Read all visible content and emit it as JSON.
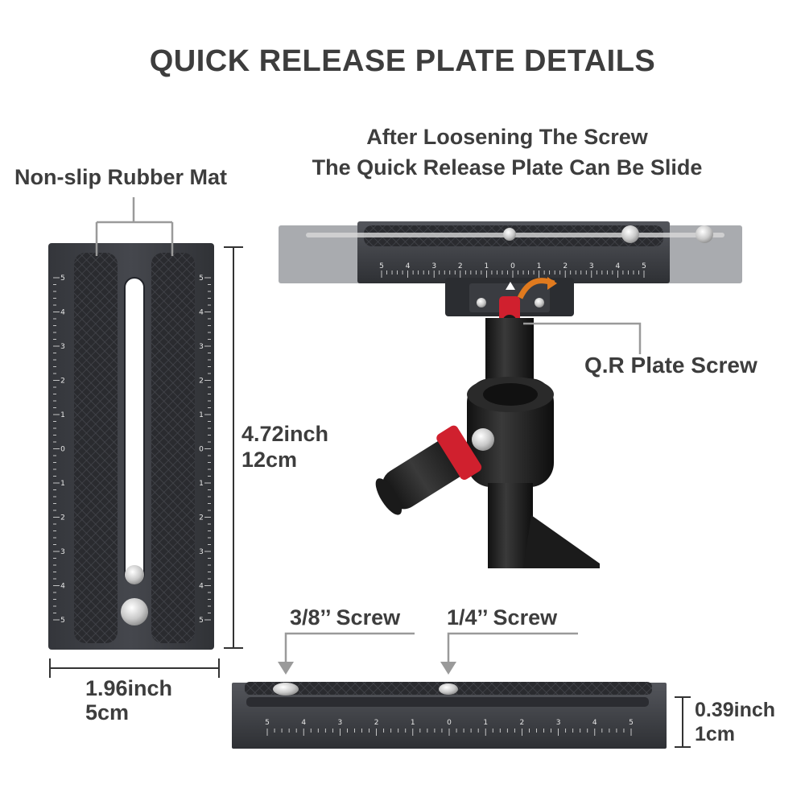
{
  "title": "QUICK RELEASE PLATE DETAILS",
  "caption": {
    "line1": "After Loosening The Screw",
    "line2": "The Quick Release Plate Can Be Slide"
  },
  "labels": {
    "rubber_mat": "Non-slip Rubber Mat",
    "qr_screw": "Q.R Plate Screw",
    "screw_3_8": "3/8’’ Screw",
    "screw_1_4": "1/4’’ Screw"
  },
  "dimensions": {
    "length_in": "4.72inch",
    "length_cm": "12cm",
    "width_in": "1.96inch",
    "width_cm": "5cm",
    "height_in": "0.39inch",
    "height_cm": "1cm"
  },
  "scale_marks": [
    "5",
    "4",
    "3",
    "2",
    "1",
    "0",
    "1",
    "2",
    "3",
    "4",
    "5"
  ],
  "colors": {
    "plate": "#3b3d42",
    "rubber": "#2b2c30",
    "accent_red": "#d0202e",
    "arrow_orange": "#e07a1e",
    "guide_line": "#9a9a9a"
  }
}
